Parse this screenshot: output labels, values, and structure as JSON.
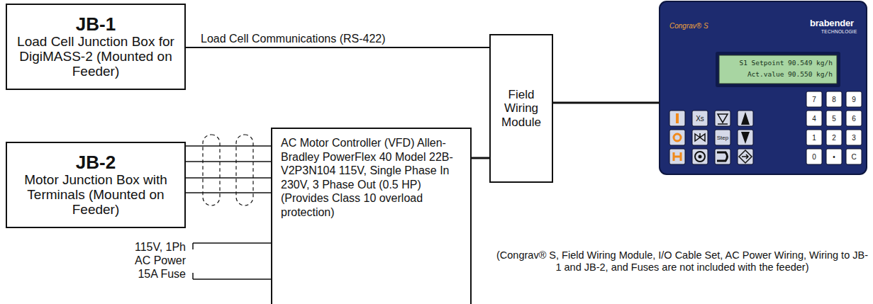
{
  "diagram": {
    "nodes": [
      {
        "text": [
          "JB-1",
          "Load Cell Junction Box for DigiMASS-2 (Mounted on Feeder)"
        ]
      },
      {
        "text": [
          "JB-2",
          "Motor Junction Box with Terminals (Mounted on Feeder)"
        ]
      },
      {
        "text": [
          "AC Motor Controller (VFD) Allen-Bradley PowerFlex 40 Model 22B-V2P3N104 115V, Single Phase In 230V, 3 Phase Out (0.5 HP) (Provides Class 10 overload protection)"
        ]
      },
      {
        "text": [
          "Field Wiring Module"
        ]
      },
      {
        "text": [
          "Congrav® S",
          "brabender",
          "TECHNOLOGIE",
          "S1 Setpoint 90.549 kg/h",
          "Act.value 90.550 kg/h",
          "Xs",
          "Step",
          "7",
          "8",
          "9",
          "4",
          "5",
          "6",
          "1",
          "2",
          "3",
          "0",
          "•",
          "C"
        ]
      }
    ],
    "edges": [
      {
        "from": 0,
        "to": 3,
        "label": "Load Cell Communications (RS-422)",
        "arrow": "none"
      },
      {
        "from": 1,
        "to": 2,
        "arrow": "none"
      },
      {
        "from": 2,
        "to": 3,
        "arrow": "none"
      },
      {
        "from": 3,
        "to": 4,
        "arrow": "none"
      }
    ],
    "labels": [
      "115V, 1Ph",
      "AC Power",
      "15A Fuse",
      "(Congrav® S, Field Wiring Module, I/O Cable Set, AC Power Wiring, Wiring to JB-1 and JB-2, and Fuses are not included with the feeder)"
    ]
  }
}
